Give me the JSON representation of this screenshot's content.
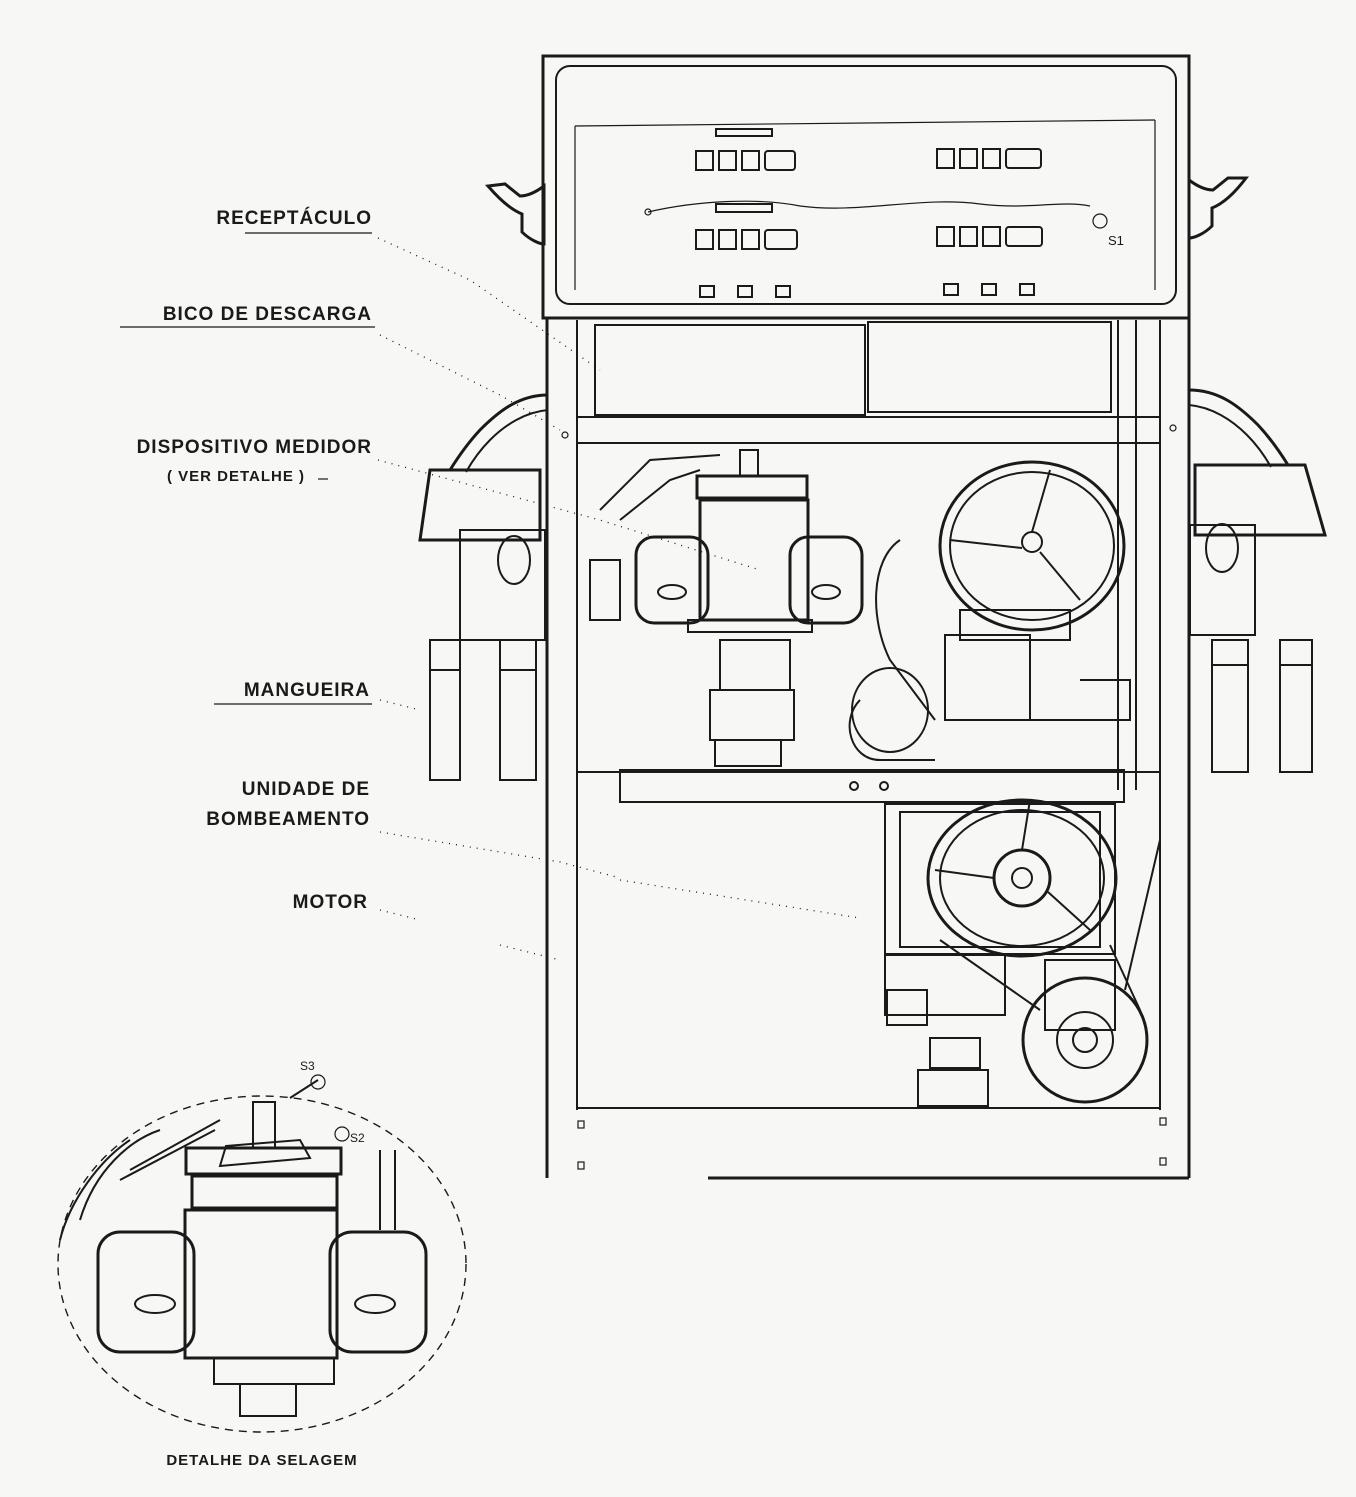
{
  "labels": {
    "receptaculo": "RECEPTÁCULO",
    "bico": "BICO DE DESCARGA",
    "dispositivo": "DISPOSITIVO MEDIDOR",
    "ver_detalhe": "( VER DETALHE )",
    "mangueira": "MANGUEIRA",
    "unidade_1": "UNIDADE DE",
    "unidade_2": "BOMBEAMENTO",
    "motor": "MOTOR",
    "detalhe_selagem": "DETALHE DA SELAGEM"
  },
  "seal_marks": {
    "s1": "S1",
    "s2": "S2",
    "s3": "S3"
  }
}
